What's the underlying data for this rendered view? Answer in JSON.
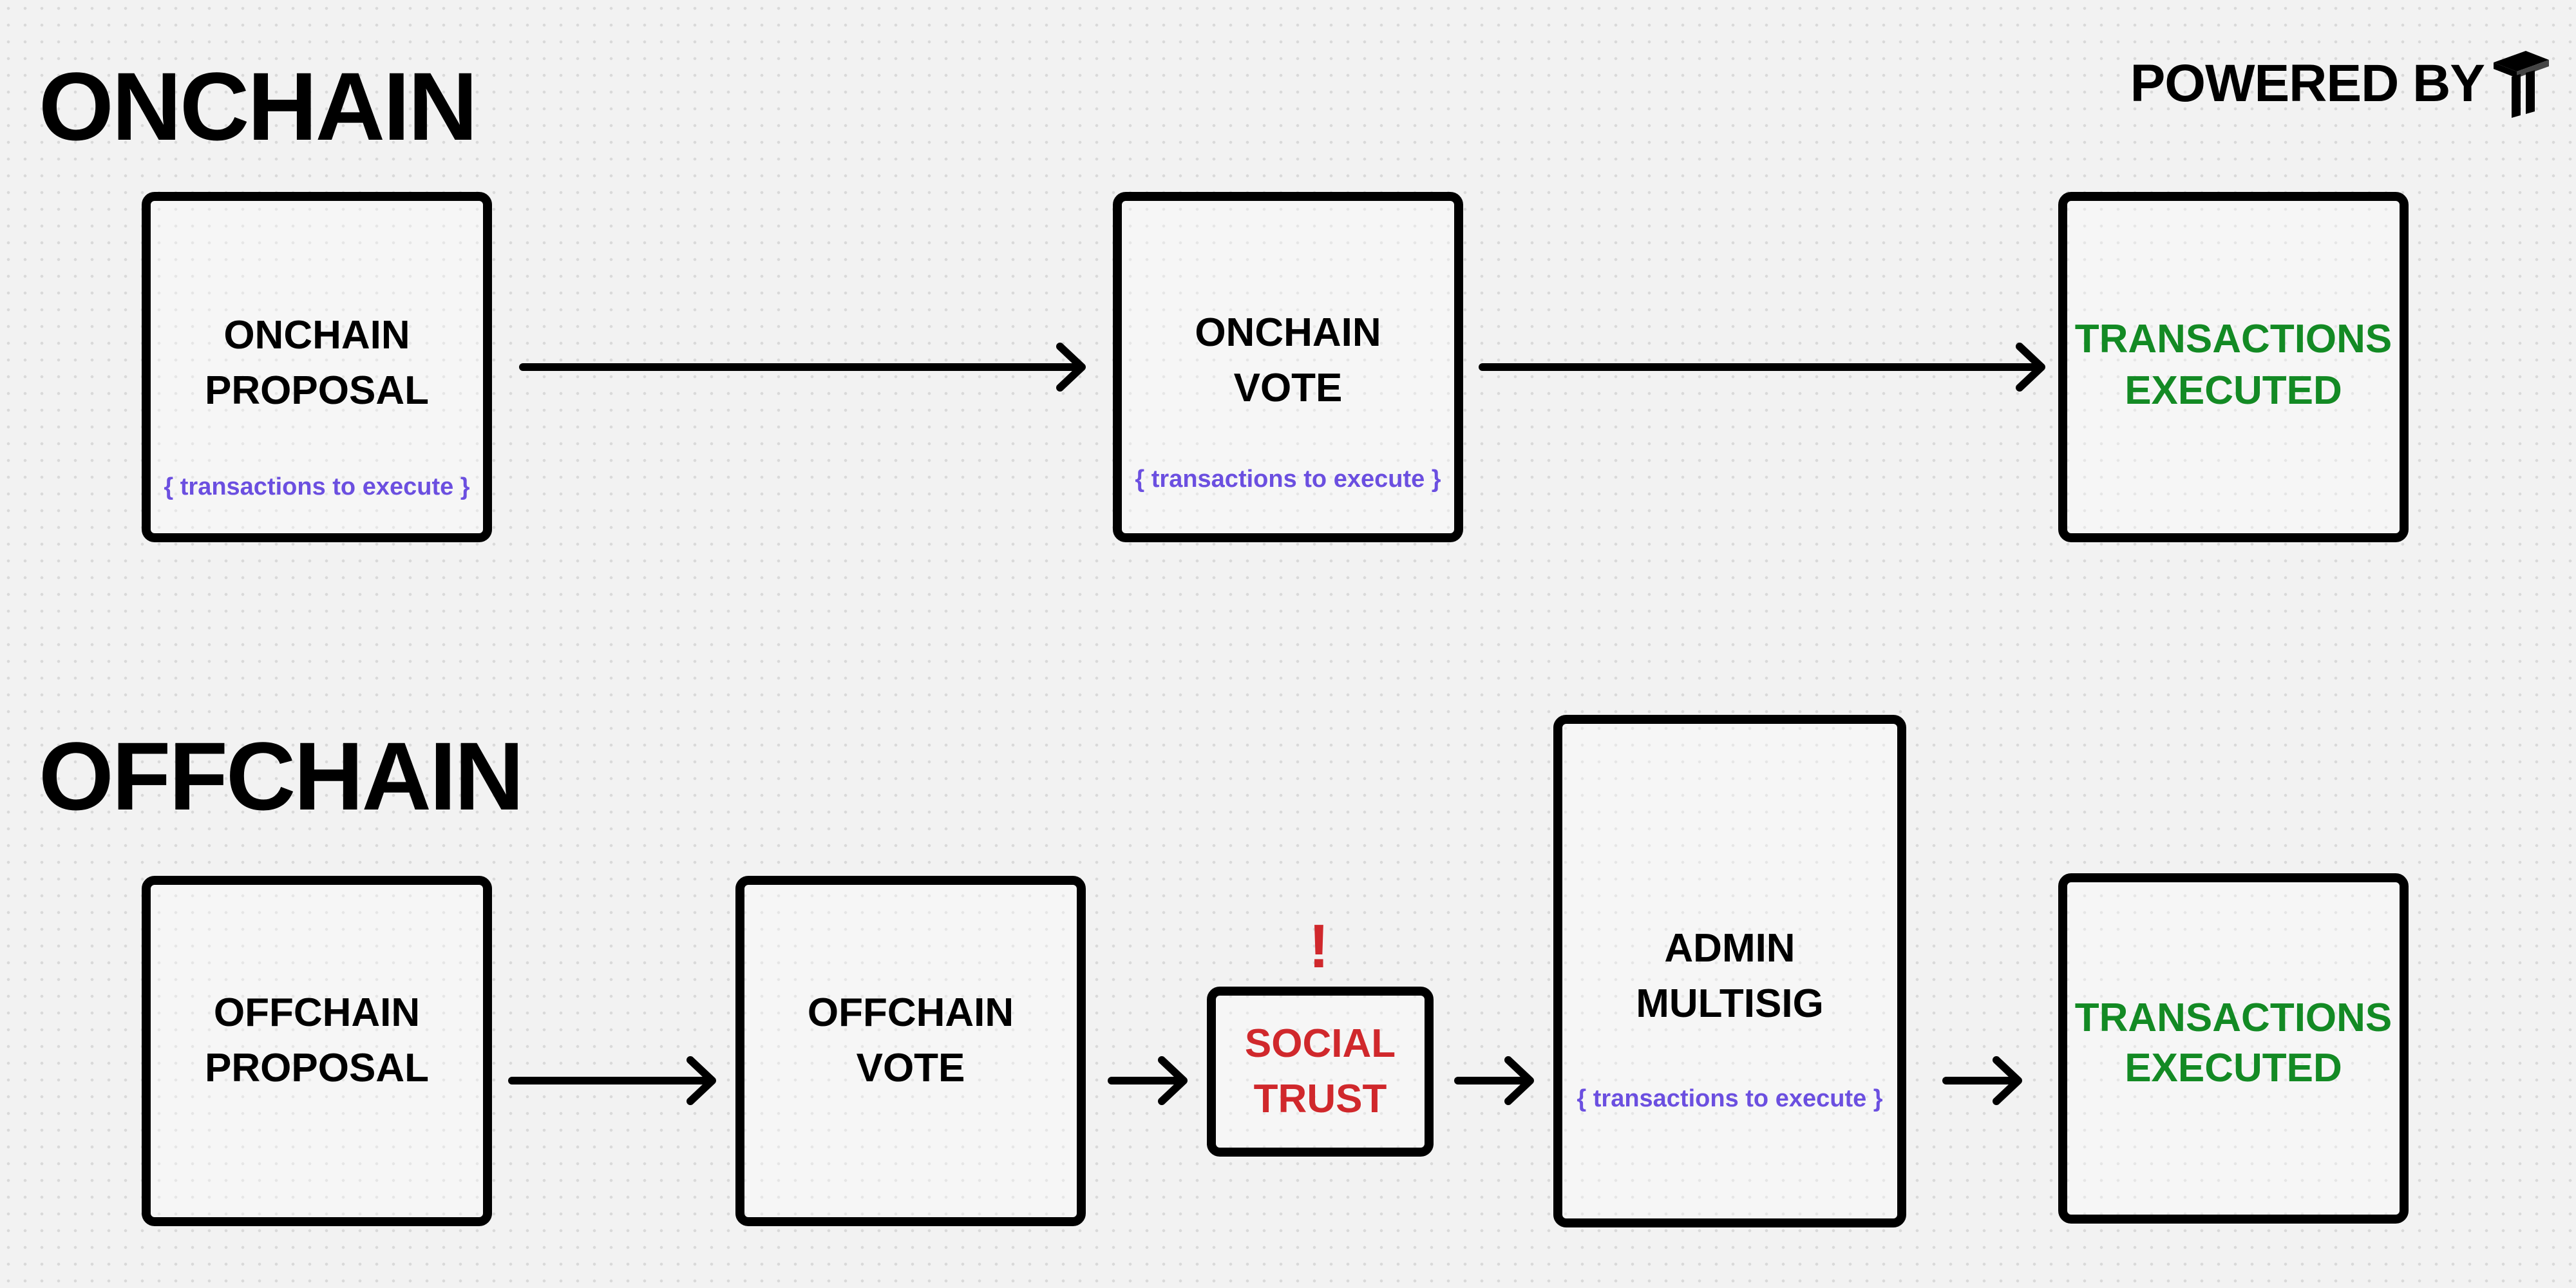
{
  "brand": {
    "text": "POWERED BY",
    "logo_icon": "stacked-t-logo"
  },
  "onchain": {
    "title": "ONCHAIN",
    "proposal": {
      "line1": "ONCHAIN",
      "line2": "PROPOSAL",
      "note": "{ transactions to execute }"
    },
    "vote": {
      "line1": "ONCHAIN",
      "line2": "VOTE",
      "note": "{ transactions to execute }"
    },
    "executed": {
      "line1": "TRANSACTIONS",
      "line2": "EXECUTED"
    }
  },
  "offchain": {
    "title": "OFFCHAIN",
    "proposal": {
      "line1": "OFFCHAIN",
      "line2": "PROPOSAL"
    },
    "vote": {
      "line1": "OFFCHAIN",
      "line2": "VOTE"
    },
    "social_trust": {
      "warning": "!",
      "line1": "SOCIAL",
      "line2": "TRUST"
    },
    "multisig": {
      "line1": "ADMIN",
      "line2": "MULTISIG",
      "note": "{ transactions to execute }"
    },
    "executed": {
      "line1": "TRANSACTIONS",
      "line2": "EXECUTED"
    }
  },
  "colors": {
    "accent_purple": "#6b4fe0",
    "success_green": "#138a24",
    "warning_red": "#d0282c",
    "stroke": "#000000"
  }
}
